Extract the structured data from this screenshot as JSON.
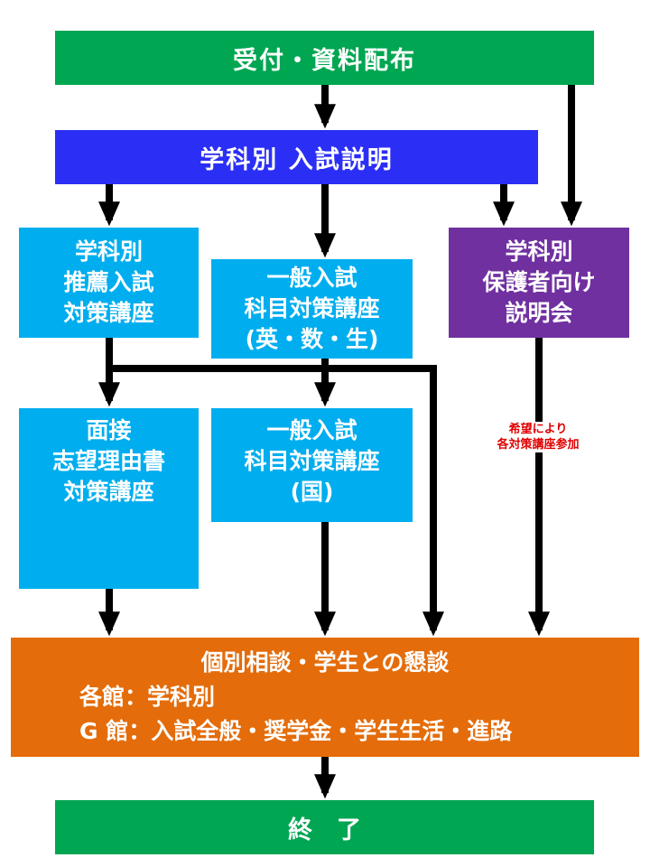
{
  "header": {
    "label": "受付・資料配布"
  },
  "dept_explanation": {
    "label": "学科別 入試説明"
  },
  "recommend_course": {
    "lines": [
      "学科別",
      "推薦入試",
      "対策講座"
    ]
  },
  "general_course": {
    "lines": [
      "一般入試",
      "科目対策講座",
      "(英・数・生)"
    ]
  },
  "parents_explanation": {
    "lines": [
      "学科別",
      "保護者向け",
      "説明会"
    ]
  },
  "interview_course": {
    "lines": [
      "面接",
      "志望理由書",
      "対策講座"
    ]
  },
  "japanese_course": {
    "lines": [
      "一般入試",
      "科目対策講座",
      "(国)"
    ]
  },
  "note": {
    "lines": [
      "希望により",
      "各対策講座参加"
    ]
  },
  "consultation": {
    "title": "個別相談・学生との懇談",
    "rows": [
      "各館：学科別",
      "G 館：入試全般・奨学金・学生生活・進路"
    ]
  },
  "end": {
    "label": "終　了"
  },
  "colors": {
    "green": "#00a651",
    "blue": "#2b2ff5",
    "light_blue": "#00aeef",
    "purple": "#7030a0",
    "orange": "#e46c0a",
    "note_red": "#e00000"
  }
}
